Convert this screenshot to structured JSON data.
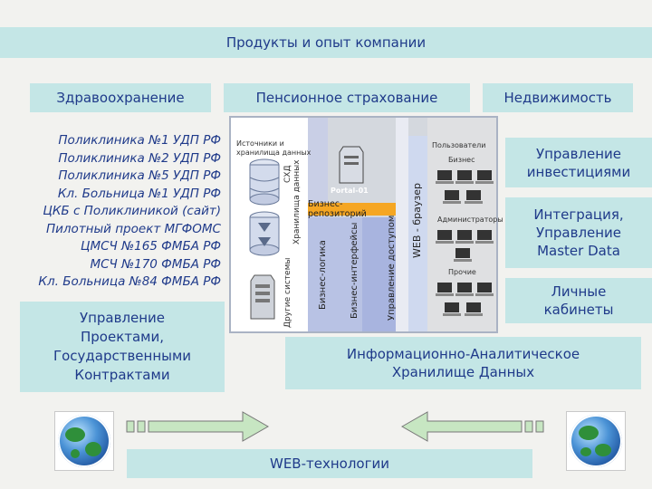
{
  "header": {
    "title": "Продукты и опыт компании"
  },
  "categories": [
    "Здравоохранение",
    "Пенсионное страхование",
    "Недвижимость"
  ],
  "healthcare_projects": [
    "Поликлиника №1 УДП РФ",
    "Поликлиника №2 УДП РФ",
    "Поликлиника №5 УДП РФ",
    "Кл. Больница №1 УДП РФ",
    "ЦКБ с Поликлиникой (сайт)",
    "Пилотный проект МГФОМС",
    "ЦМСЧ №165 ФМБА РФ",
    "МСЧ №170 ФМБА РФ",
    "Кл. Больница №84 ФМБА РФ"
  ],
  "left_box": {
    "lines": [
      "Управление",
      "Проектами,",
      "Государственными",
      "Контрактами"
    ]
  },
  "right_boxes": [
    {
      "lines": [
        "Управление",
        "инвестициями"
      ]
    },
    {
      "lines": [
        "Интеграция,",
        "Управление",
        "Master Data"
      ]
    },
    {
      "lines": [
        "Личные",
        "кабинеты"
      ]
    }
  ],
  "warehouse_box": {
    "lines": [
      "Информационно-Аналитическое",
      "Хранилище Данных"
    ]
  },
  "web_box": {
    "label": "WEB-технологии"
  },
  "architecture": {
    "sources_label": [
      "Источники и",
      "хранилища данных"
    ],
    "sources_vertical": [
      "СХД",
      "Хранилища данных",
      "Другие системы"
    ],
    "portal_label": "Portal-01",
    "repository_label": "Бизнес-репозиторий",
    "columns": [
      "Бизнес-логика",
      "Бизнес-интерфейсы",
      "Управление доступом",
      "WEB - браузер"
    ],
    "users_title": "Пользователи",
    "user_groups": [
      "Бизнес",
      "Администраторы",
      "Прочие"
    ]
  },
  "colors": {
    "box_bg": "#c4e6e6",
    "text": "#1f3a8a",
    "arrow": "#c7e6c2",
    "repo": "#f5a623"
  }
}
